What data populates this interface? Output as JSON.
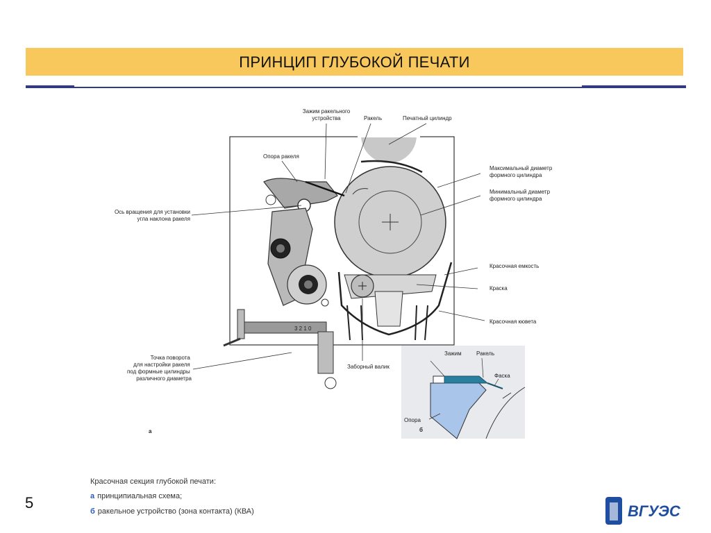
{
  "slide": {
    "title": "ПРИНЦИП ГЛУБОКОЙ ПЕЧАТИ",
    "page_number": "5"
  },
  "diagram_a": {
    "labels": {
      "clamp": "Зажим ракельного\nустройства",
      "doctor_blade": "Ракель",
      "impression_cylinder": "Печатный цилиндр",
      "blade_support": "Опора ракеля",
      "max_diameter": "Максимальный диаметр\nформного цилиндра",
      "min_diameter": "Минимальный диаметр\nформного цилиндра",
      "pivot_axis": "Ось вращения для установки\nугла наклона ракеля",
      "ink_tank": "Красочная емкость",
      "ink": "Краска",
      "ink_trough": "Красочная кювета",
      "pivot_point": "Точка поворота\nдля настройки ракеля\nпод формные цилиндры\nразличного диаметра",
      "pickup_roller": "Заборный валик",
      "letter": "а"
    },
    "gear_scale": "3 2 1 0"
  },
  "diagram_b": {
    "labels": {
      "clamp": "Зажим",
      "doctor_blade": "Ракель",
      "bevel": "Фаска",
      "support": "Опора",
      "letter": "б"
    }
  },
  "caption": {
    "title": "Красочная секция глубокой печати:",
    "items": [
      {
        "letter": "а",
        "text": "принципиальная схема;"
      },
      {
        "letter": "б",
        "text": "ракельное устройство (зона контакта) (КВА)"
      }
    ]
  },
  "logo": {
    "text": "ВГУЭС"
  },
  "colors": {
    "title_bar": "#f8c85c",
    "rule": "#2f3a8f",
    "cylinder": "#c8c8c8",
    "detail_bg": "#e8eaed",
    "support_fill": "#a9c6ea",
    "blade_fill": "#2a7f9e",
    "logo_blue": "#1f4ea0"
  }
}
